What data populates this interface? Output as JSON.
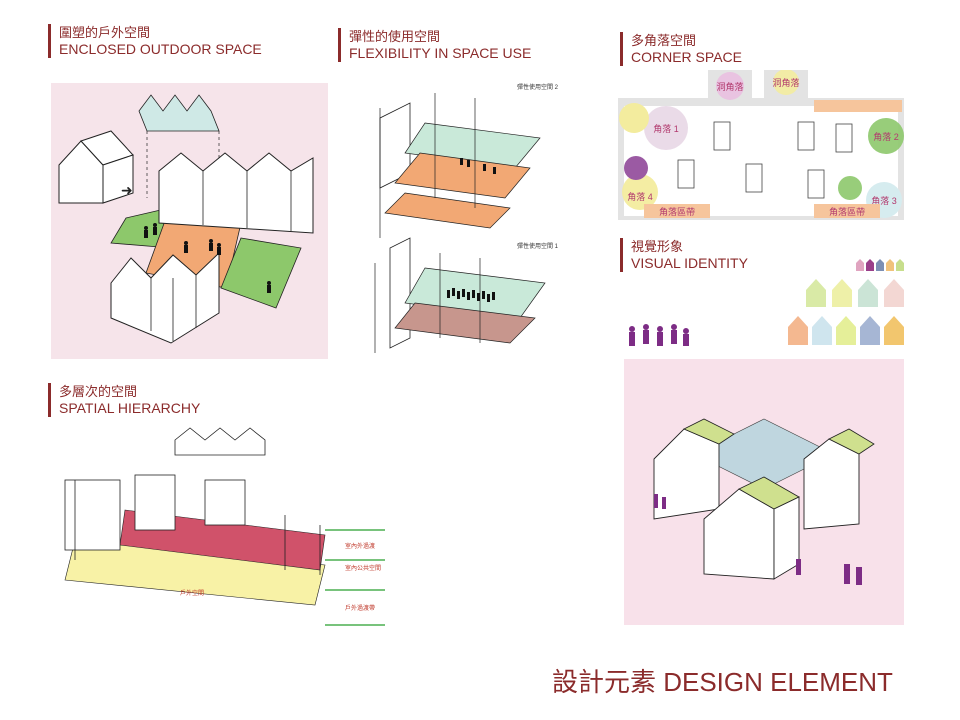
{
  "sections": {
    "enclosed": {
      "title_zh": "圍塑的戶外空間",
      "title_en": "ENCLOSED OUTDOOR SPACE"
    },
    "flexibility": {
      "title_zh": "彈性的使用空間",
      "title_en": "FLEXIBILITY IN SPACE USE",
      "caption_2": "彈性使用空間 2",
      "caption_1": "彈性使用空間 1"
    },
    "corner": {
      "title_zh": "多角落空間",
      "title_en": "CORNER SPACE",
      "labels": {
        "top_1": "洞角落",
        "top_2": "洞角落",
        "corner_1": "角落 1",
        "corner_2": "角落 2",
        "corner_3": "角落 3",
        "corner_4": "角落 4",
        "band_1": "角落區帶",
        "band_2": "角落區帶"
      }
    },
    "visual": {
      "title_zh": "視覺形象",
      "title_en": "VISUAL IDENTITY"
    },
    "hierarchy": {
      "title_zh": "多層次的空間",
      "title_en": "SPATIAL HIERARCHY",
      "labels": {
        "a": "室內外過渡",
        "b": "室內公共空間",
        "c": "戶外空間",
        "d": "戶外過渡帶"
      }
    }
  },
  "colors": {
    "title": "#8b2b2b",
    "pink_bg": "#f6e4ea",
    "green": "#8dc86b",
    "orange": "#f2a874",
    "mint": "#c9e9d9",
    "yellow": "#f8f2a6",
    "red_band": "#d0526a",
    "purple": "#7d2c85",
    "lime": "#cfe08e"
  },
  "footer": {
    "title": "設計元素 DESIGN ELEMENT"
  }
}
